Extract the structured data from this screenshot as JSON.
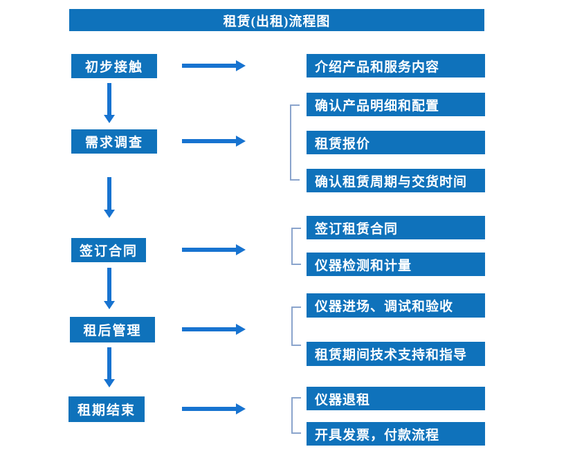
{
  "title": "租赁(出租)流程图",
  "colors": {
    "primary": "#0f72bb",
    "arrow": "#1773d0",
    "bracket": "#8aa4cc",
    "boxtext": "#ffffff"
  },
  "steps": [
    {
      "label": "初步接触",
      "outputs": [
        "介绍产品和服务内容"
      ]
    },
    {
      "label": "需求调查",
      "outputs": [
        "确认产品明细和配置",
        "租赁报价",
        "确认租赁周期与交货时间"
      ]
    },
    {
      "label": "签订合同",
      "outputs": [
        "签订租赁合同",
        "仪器检测和计量"
      ]
    },
    {
      "label": "租后管理",
      "outputs": [
        "仪器进场、调试和验收",
        "租赁期间技术支持和指导"
      ]
    },
    {
      "label": "租期结束",
      "outputs": [
        "仪器退租",
        "开具发票，付款流程"
      ]
    }
  ]
}
